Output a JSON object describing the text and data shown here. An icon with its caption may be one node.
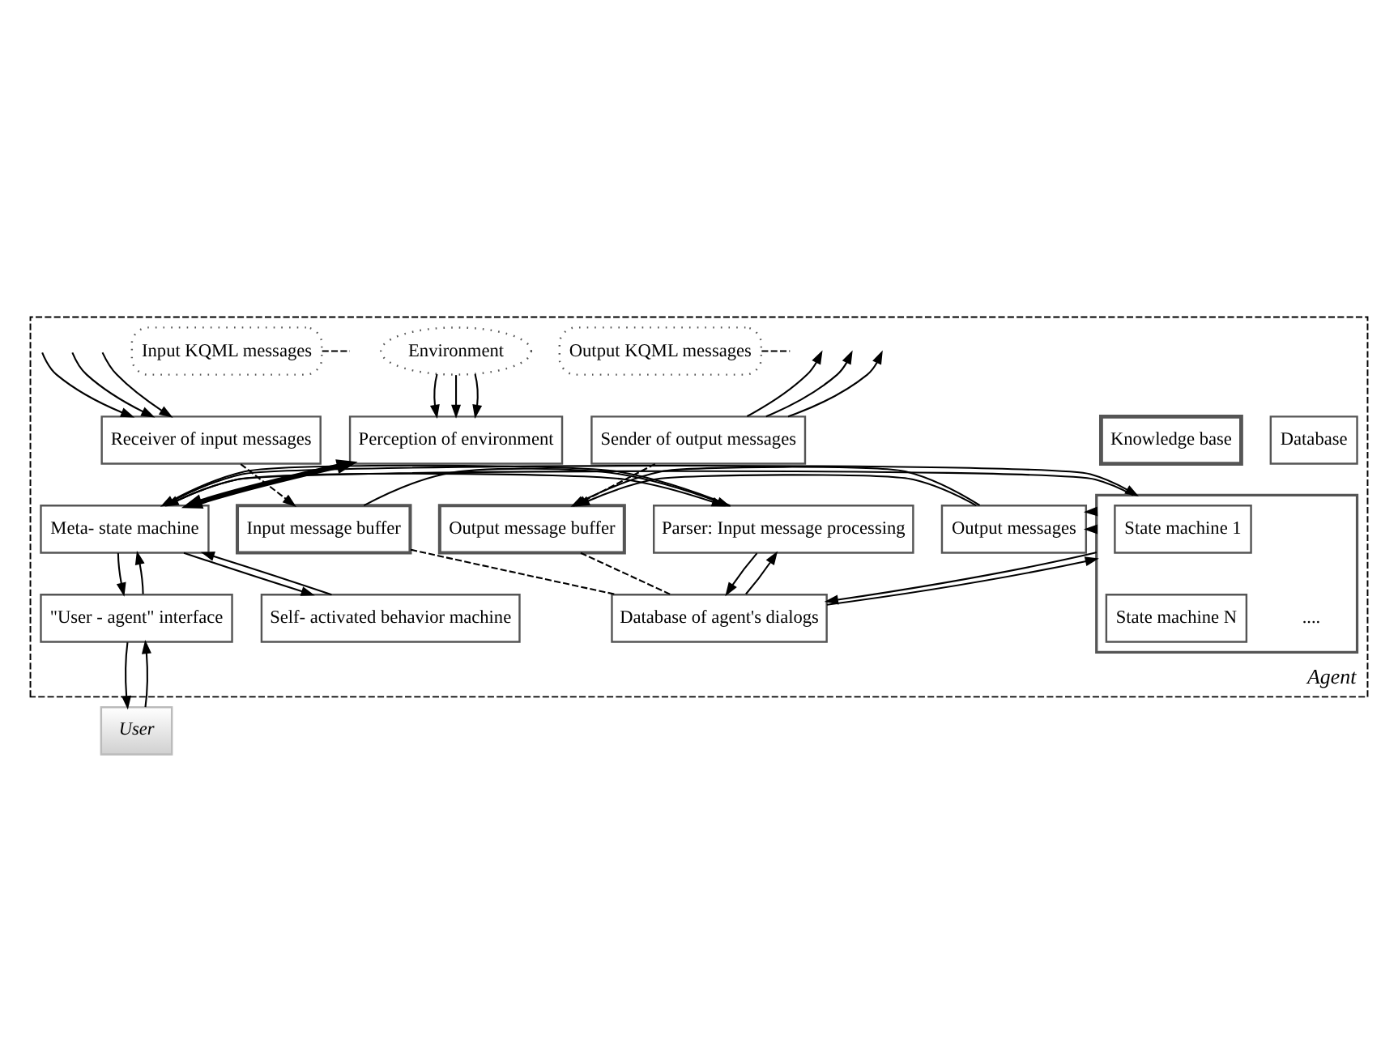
{
  "diagram": {
    "nodes": [
      {
        "text": [
          "Agent"
        ]
      },
      {
        "text": [
          "Input KQML messages"
        ],
        "in": 0
      },
      {
        "text": [
          "Environment"
        ],
        "in": 0
      },
      {
        "text": [
          "Output KQML messages"
        ],
        "in": 0
      },
      {
        "text": [
          "Receiver of input messages"
        ],
        "in": 0
      },
      {
        "text": [
          "Perception of environment"
        ],
        "in": 0
      },
      {
        "text": [
          "Sender of output messages"
        ],
        "in": 0
      },
      {
        "text": [
          "Database"
        ],
        "in": 0
      },
      {
        "text": [
          "Knowledge base"
        ],
        "in": 0
      },
      {
        "text": [
          "Input message buffer"
        ],
        "in": 0
      },
      {
        "text": [
          "Parser: Input message processing"
        ],
        "in": 0
      },
      {
        "text": [
          "Meta- state machine"
        ],
        "in": 0
      },
      {
        "text": [],
        "shape": "box",
        "in": 0
      },
      {
        "text": [
          "State machine 1"
        ],
        "in": 12
      },
      {
        "text": [
          "State machine N"
        ],
        "in": 12
      },
      {
        "text": [
          "Output messages"
        ],
        "in": 0
      },
      {
        "text": [
          "Output message buffer"
        ],
        "in": 0
      },
      {
        "text": [
          "\"User - agent\" interface"
        ],
        "in": 0
      },
      {
        "text": [
          "Self- activated behavior machine"
        ],
        "in": 0
      },
      {
        "text": [
          "Database of agent's dialogs"
        ],
        "in": 0
      },
      {
        "text": [
          "User"
        ]
      }
    ],
    "edges": [
      {
        "from": 1,
        "to": null,
        "arrow": "none",
        "style": "dashed"
      },
      {
        "from": null,
        "to": 4,
        "arrow": "to"
      },
      {
        "from": null,
        "to": 4,
        "arrow": "to"
      },
      {
        "from": null,
        "to": 4,
        "arrow": "to"
      },
      {
        "from": 2,
        "to": 5,
        "arrow": "to"
      },
      {
        "from": 2,
        "to": 5,
        "arrow": "to"
      },
      {
        "from": 2,
        "to": 5,
        "arrow": "to"
      },
      {
        "from": 6,
        "to": null,
        "arrow": "to"
      },
      {
        "from": 6,
        "to": null,
        "arrow": "to"
      },
      {
        "from": 6,
        "to": null,
        "arrow": "to"
      },
      {
        "from": 3,
        "to": null,
        "arrow": "none",
        "style": "dashed"
      },
      {
        "from": 4,
        "to": 9,
        "arrow": "to",
        "style": "dashed"
      },
      {
        "from": 6,
        "to": 16,
        "arrow": "to",
        "style": "dashed"
      },
      {
        "from": 5,
        "to": 11,
        "arrow": "both",
        "style": "thick"
      },
      {
        "from": 9,
        "to": 10,
        "arrow": "to"
      },
      {
        "from": 11,
        "to": 10,
        "arrow": "to"
      },
      {
        "from": 10,
        "to": 11,
        "arrow": "to"
      },
      {
        "from": 11,
        "to": 12,
        "arrow": "to"
      },
      {
        "from": 12,
        "to": 11,
        "arrow": "to"
      },
      {
        "from": 11,
        "to": 17,
        "arrow": "to"
      },
      {
        "from": 17,
        "to": 11,
        "arrow": "to"
      },
      {
        "from": 11,
        "to": 18,
        "arrow": "to"
      },
      {
        "from": 18,
        "to": 11,
        "arrow": "to"
      },
      {
        "from": 12,
        "to": 15,
        "arrow": "to"
      },
      {
        "from": 12,
        "to": 15,
        "arrow": "to"
      },
      {
        "from": 15,
        "to": 16,
        "arrow": "to"
      },
      {
        "from": 15,
        "to": 16,
        "arrow": "to"
      },
      {
        "from": 12,
        "to": 19,
        "arrow": "to"
      },
      {
        "from": 19,
        "to": 12,
        "arrow": "to"
      },
      {
        "from": 10,
        "to": 19,
        "arrow": "to"
      },
      {
        "from": 19,
        "to": 10,
        "arrow": "to"
      },
      {
        "from": 17,
        "to": 20,
        "arrow": "to"
      },
      {
        "from": 20,
        "to": 17,
        "arrow": "to"
      },
      {
        "from": 9,
        "to": 19,
        "arrow": "none",
        "style": "dashed"
      },
      {
        "from": 16,
        "to": 19,
        "arrow": "none",
        "style": "dashed"
      }
    ],
    "labels": [
      "...."
    ]
  }
}
